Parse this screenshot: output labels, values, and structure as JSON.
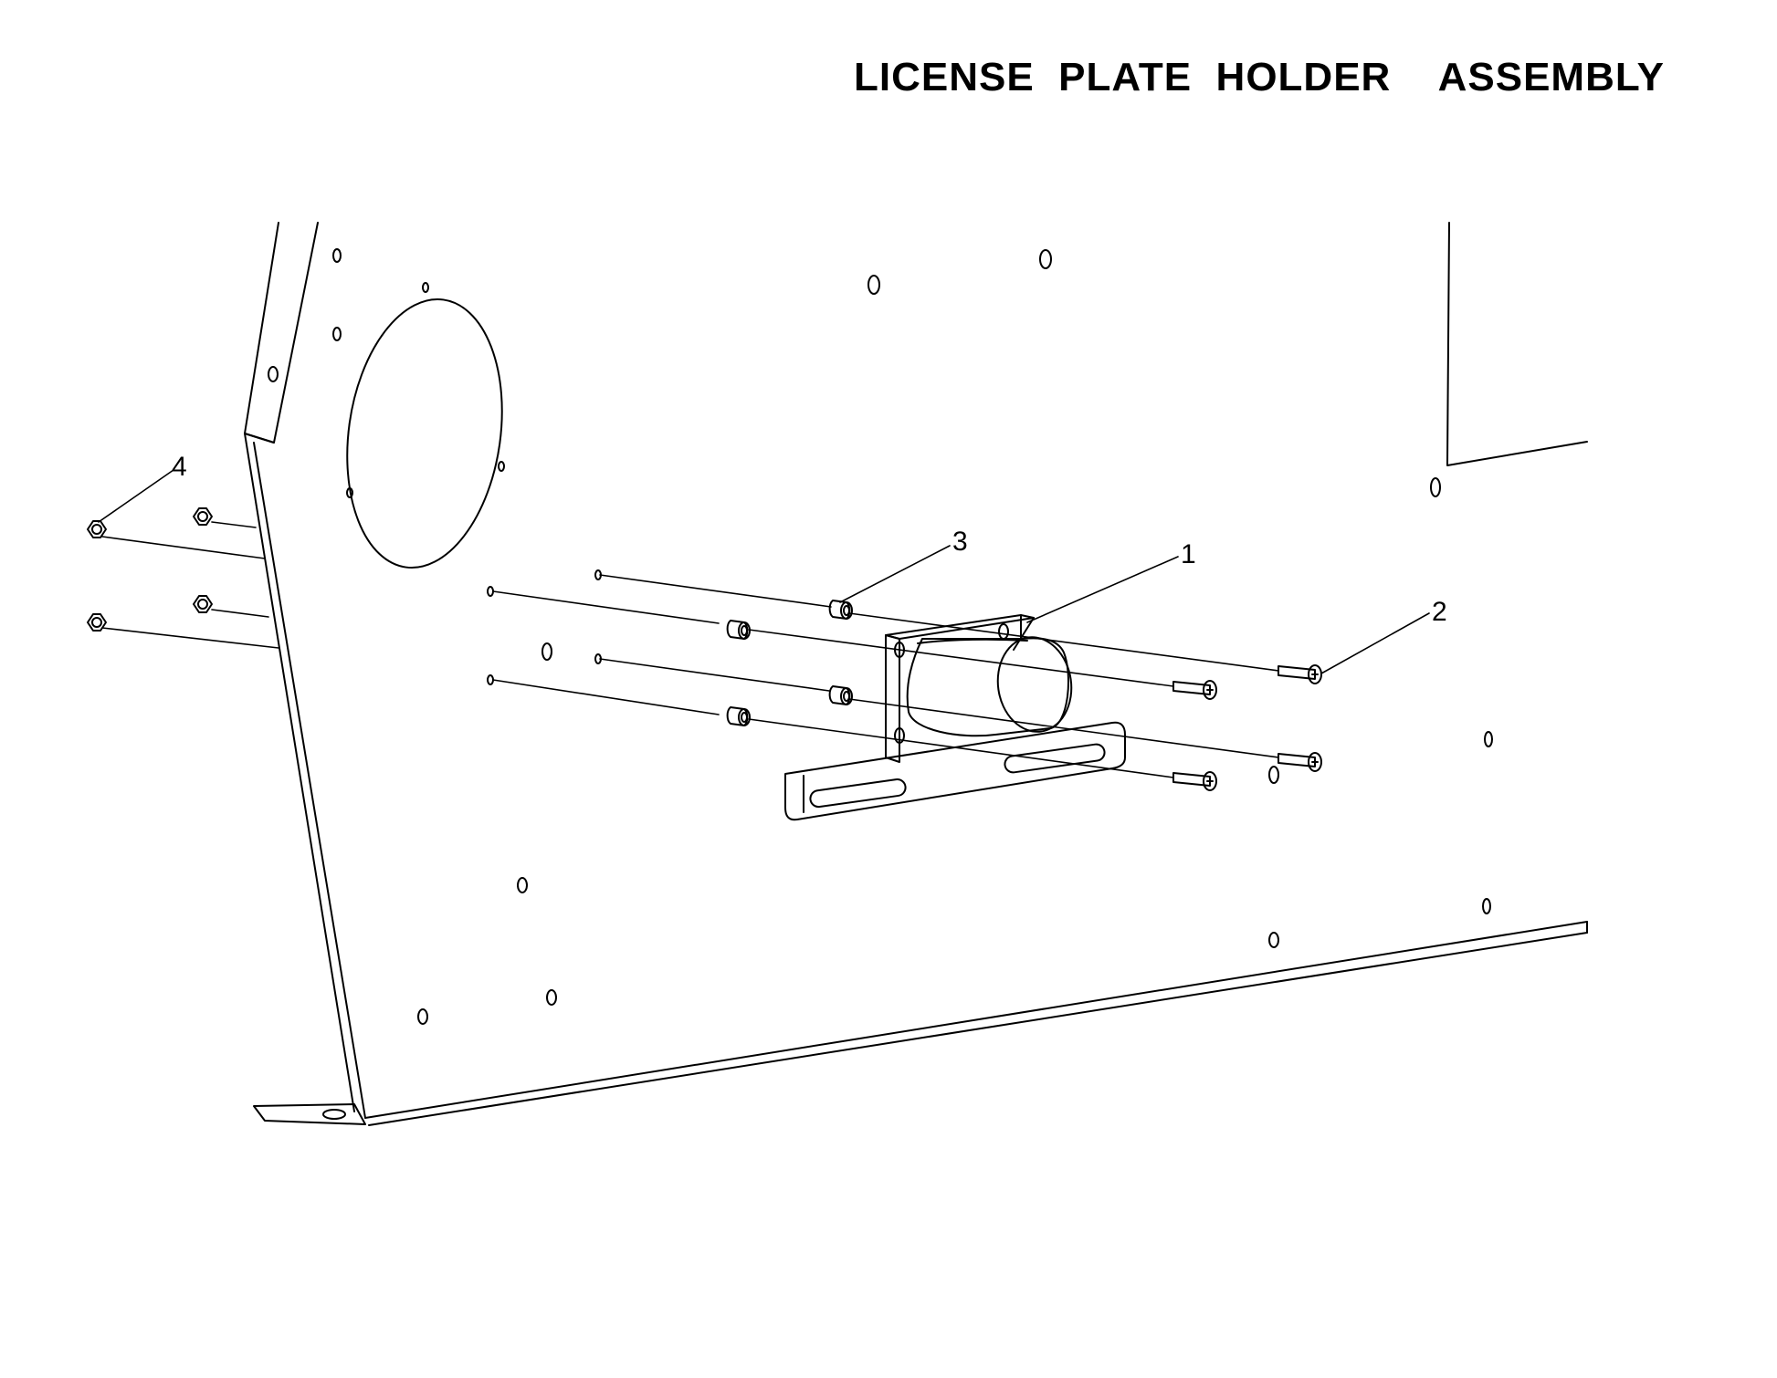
{
  "title": "LICENSE  PLATE  HOLDER    ASSEMBLY",
  "callouts": [
    {
      "id": "item-1",
      "label": "1"
    },
    {
      "id": "item-2",
      "label": "2"
    },
    {
      "id": "item-3",
      "label": "3"
    },
    {
      "id": "item-4",
      "label": "4"
    }
  ],
  "colors": {
    "line": "#000000",
    "background": "#ffffff"
  }
}
